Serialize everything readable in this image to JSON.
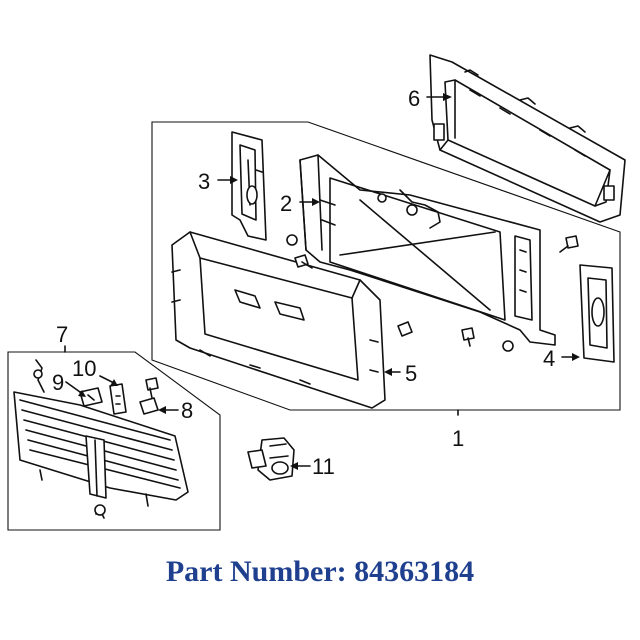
{
  "callouts": {
    "p1": "1",
    "p2": "2",
    "p3": "3",
    "p4": "4",
    "p5": "5",
    "p6": "6",
    "p7": "7",
    "p8": "8",
    "p9": "9",
    "p10": "10",
    "p11": "11"
  },
  "caption": {
    "label": "Part Number:",
    "number": "84363184"
  },
  "colors": {
    "caption": "#1f3f8f",
    "line": "#111111"
  }
}
